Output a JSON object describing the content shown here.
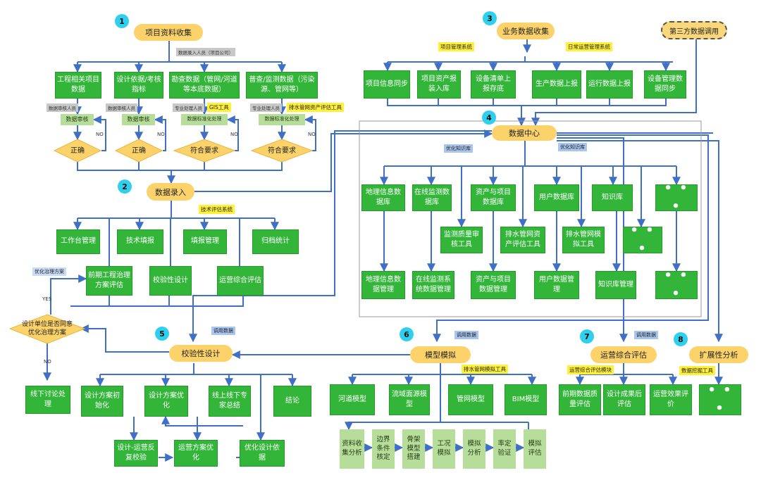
{
  "step_numbers": [
    "1",
    "2",
    "3",
    "4",
    "5",
    "6",
    "7",
    "8"
  ],
  "sec1": {
    "title": "项目资料收集",
    "collector": "数据录入人员（项目公司）",
    "boxes": [
      "工程相关项目数据",
      "设计依据/考核指标",
      "勘查数据（管网/河道等本底数据）",
      "普查/监测数据（污染源、管网等）"
    ],
    "staff": [
      "数据审核人员",
      "数据审核人员",
      "专业处理人员",
      "专业处理人员"
    ],
    "tools": [
      "GIS工具",
      "排水管网资产评估工具"
    ],
    "process": [
      "数据审核",
      "数据审核",
      "数据标准化处理",
      "数据标准化处理"
    ],
    "decisions": [
      "正确",
      "正确",
      "符合要求",
      "符合要求"
    ],
    "no": "NO"
  },
  "sec2": {
    "title": "数据录入",
    "tool": "技术评估系统",
    "row1": [
      "工作台管理",
      "技术填报",
      "填报管理",
      "归档统计"
    ],
    "row2": [
      "前期工程治理方案评估",
      "校验性设计",
      "运营综合评估"
    ],
    "opt_tag": "优化治理方案",
    "yes": "YES",
    "decision": "设计单位是否同意优化治理方案",
    "no": "NO",
    "offline": "线下讨论处理"
  },
  "sec3": {
    "title": "业务数据收集",
    "third_party": "第三方数据调用",
    "tag_left": "项目管理系统",
    "tag_right": "日常运营管理系统",
    "boxes": [
      "项目信息同步",
      "项目资产报装入库",
      "设备清单上报存底",
      "生产数据上报",
      "运行数据上报",
      "设备管理数据同步"
    ]
  },
  "sec4": {
    "title": "数据中心",
    "tag_left": "优化知识库",
    "tag_right": "优化知识库",
    "top": [
      "地理信息数据库",
      "在线监测数据库",
      "资产与项目数据库",
      "用户数据库",
      "知识库",
      "• • •"
    ],
    "mid": [
      "监测质量审核工具",
      "排水管网资产评估工具",
      "排水管网模拟工具",
      "• • •"
    ],
    "bottom": [
      "地理信息数据管理",
      "在线监测系统数据管理",
      "资产与项目数据管理",
      "用户数据管理",
      "知识库管理",
      "• • •"
    ]
  },
  "sec5": {
    "title": "校验性设计",
    "call": "调用数据",
    "row1": [
      "线下讨论处理",
      "设计方案初始化",
      "设计方案优化",
      "线上线下专家总结",
      "结论"
    ],
    "row2": [
      "设计-运营反复校验",
      "运营方案优化",
      "优化设计依据"
    ]
  },
  "sec6": {
    "title": "模型模拟",
    "call": "调用数据",
    "tool": "排水管网模拟工具",
    "models": [
      "河道模型",
      "流域面源模型",
      "管网模型",
      "BIM模型"
    ],
    "steps": [
      "资料收集分析",
      "边界条件核定",
      "骨架模型搭建",
      "工况模拟",
      "模拟分析",
      "率定验证",
      "模拟评估"
    ]
  },
  "sec7": {
    "title": "运营综合评估",
    "call": "调用数据",
    "tool": "运营综合评估模块",
    "boxes": [
      "前期数据质量评估",
      "设计成果后评估",
      "运营效果评价"
    ]
  },
  "sec8": {
    "title": "扩展性分析",
    "tool": "数据挖掘工具",
    "box": "• • •"
  },
  "colors": {
    "box": "#33b53a",
    "light_box": "#b7dd9b",
    "pill": "#fcd36b",
    "diamond": "#fcd36b",
    "line": "#3f6fc6",
    "number": "#2fd0ee"
  }
}
